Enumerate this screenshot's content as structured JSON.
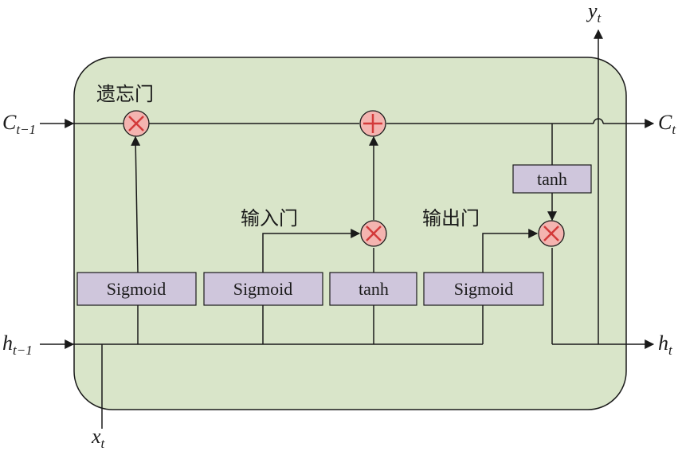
{
  "labels": {
    "c_prev": "C",
    "c_prev_sub": "t−1",
    "h_prev": "h",
    "h_prev_sub": "t−1",
    "c_next": "C",
    "c_next_sub": "t",
    "h_next": "h",
    "h_next_sub": "t",
    "y_out": "y",
    "y_out_sub": "t",
    "x_in": "x",
    "x_in_sub": "t"
  },
  "gates": {
    "forget": "遗忘门",
    "input": "输入门",
    "output": "输出门"
  },
  "boxes": {
    "forget_sigmoid": "Sigmoid",
    "input_sigmoid": "Sigmoid",
    "input_tanh": "tanh",
    "output_sigmoid": "Sigmoid",
    "cell_tanh": "tanh"
  },
  "colors": {
    "cell_fill": "#d9e5c9",
    "box_fill": "#cfc6dc",
    "op_fill": "#f4b4b0",
    "op_symbol": "#d33a3a",
    "line": "#1a1a1a"
  }
}
